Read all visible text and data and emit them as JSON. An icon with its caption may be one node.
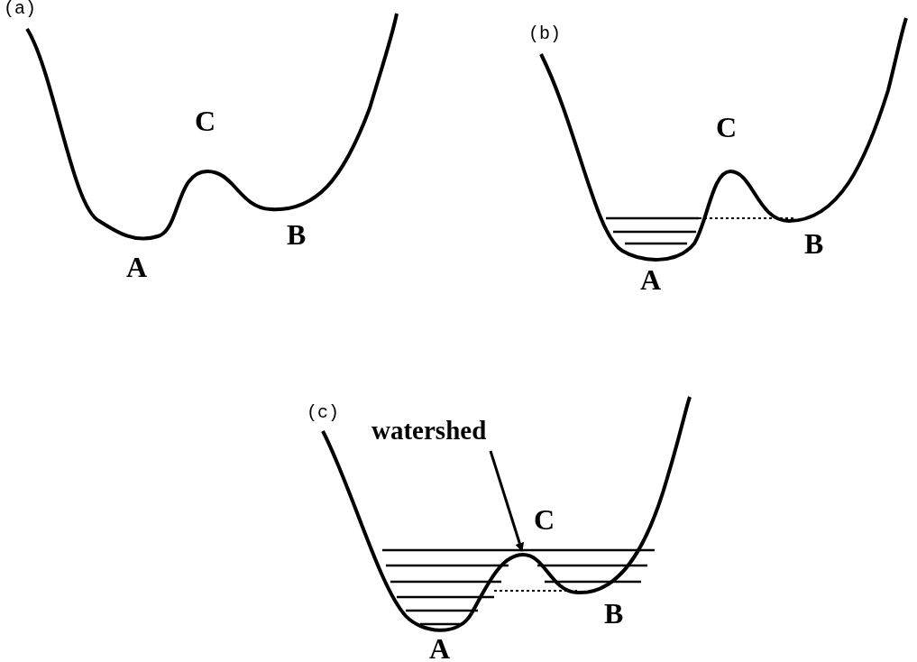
{
  "diagram": {
    "nodes": [
      {
        "text": [
          "watershed"
        ]
      },
      {
        "text": [],
        "shape": "curve"
      }
    ],
    "edges": [
      {
        "from": 0,
        "to": 1,
        "arrow": "to"
      }
    ],
    "labels": [
      "(a)",
      "C",
      "B",
      "A",
      "(b)",
      "C",
      "B",
      "A",
      "(c)",
      "C",
      "B",
      "A"
    ]
  }
}
